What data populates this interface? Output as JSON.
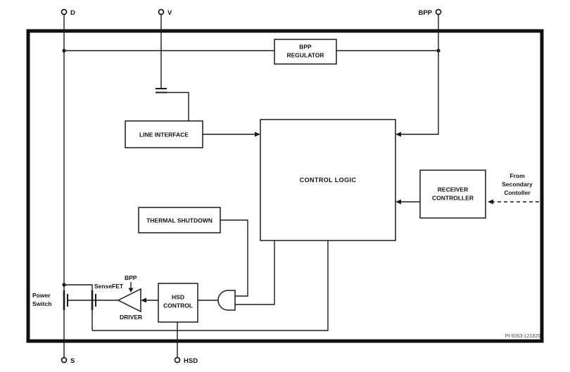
{
  "pins": {
    "d": "D",
    "v": "V",
    "bpp": "BPP",
    "s": "S",
    "hsd": "HSD"
  },
  "blocks": {
    "bpp_regulator_line1": "BPP",
    "bpp_regulator_line2": "REGULATOR",
    "line_interface": "LINE INTERFACE",
    "control_logic": "CONTROL LOGIC",
    "receiver_line1": "RECEIVER",
    "receiver_line2": "CONTROLLER",
    "thermal_shutdown": "THERMAL SHUTDOWN",
    "hsd_line1": "HSD",
    "hsd_line2": "CONTROL"
  },
  "labels": {
    "power_line1": "Power",
    "power_line2": "Switch",
    "sensefet": "SenseFET",
    "driver": "DRIVER",
    "driver_supply": "BPP",
    "secondary_line1": "From",
    "secondary_line2": "Secondary",
    "secondary_line3": "Contoller",
    "part_number": "PI-9263-121820"
  },
  "colors": {
    "line": "#1a1a1a",
    "background": "#ffffff",
    "border": "#111111"
  }
}
